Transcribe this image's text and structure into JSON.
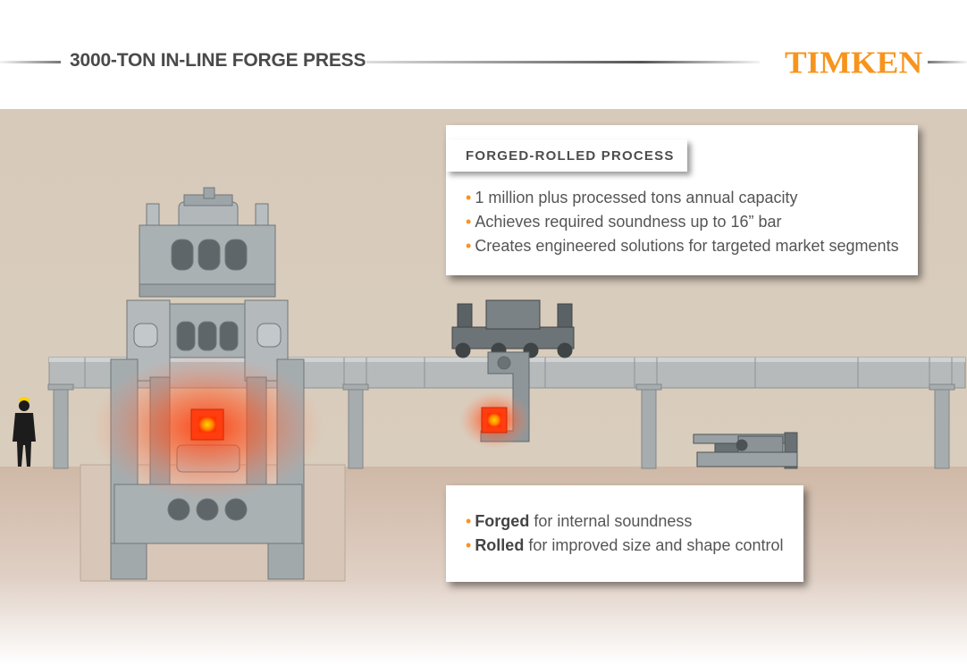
{
  "header": {
    "title": "3000-TON IN-LINE FORGE PRESS",
    "logo": "TIMKEN",
    "logo_color": "#f7941d"
  },
  "process_card": {
    "heading": "FORGED-ROLLED PROCESS",
    "bullets": [
      "1 million plus processed tons annual capacity",
      "Achieves required soundness up to 16” bar",
      "Creates engineered solutions for targeted market segments"
    ]
  },
  "benefits_card": {
    "items": [
      {
        "bold": "Forged",
        "rest": " for internal soundness"
      },
      {
        "bold": "Rolled",
        "rest": " for improved size and shape control"
      }
    ]
  },
  "colors": {
    "wall": "#d8ccbc",
    "floor": "#d0b9a8",
    "machine": "#a9b0b2",
    "hot": "#ff4a14",
    "bullet": "#f7941d"
  }
}
